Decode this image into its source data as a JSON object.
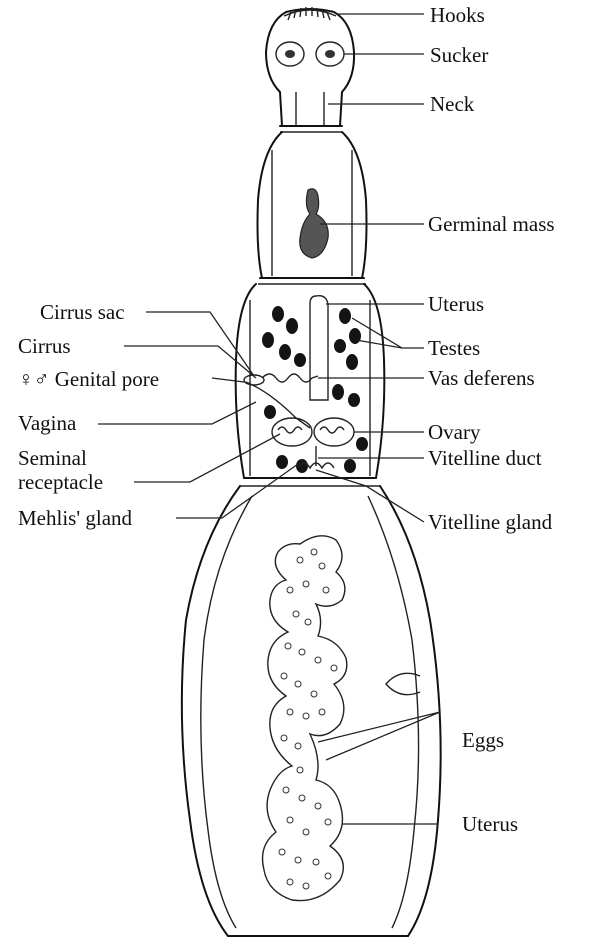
{
  "labels": {
    "hooks": "Hooks",
    "sucker": "Sucker",
    "neck": "Neck",
    "germinal_mass": "Germinal mass",
    "uterus_top": "Uterus",
    "testes": "Testes",
    "vas_deferens": "Vas deferens",
    "ovary": "Ovary",
    "vitelline_duct": "Vitelline duct",
    "vitelline_gland": "Vitelline gland",
    "eggs": "Eggs",
    "uterus_bottom": "Uterus",
    "cirrus_sac": "Cirrus sac",
    "cirrus": "Cirrus",
    "genital_pore": "♀♂ Genital pore",
    "vagina": "Vagina",
    "seminal_receptacle_line1": "Seminal",
    "seminal_receptacle_line2": "receptacle",
    "mehlis_gland": "Mehlis' gland"
  }
}
